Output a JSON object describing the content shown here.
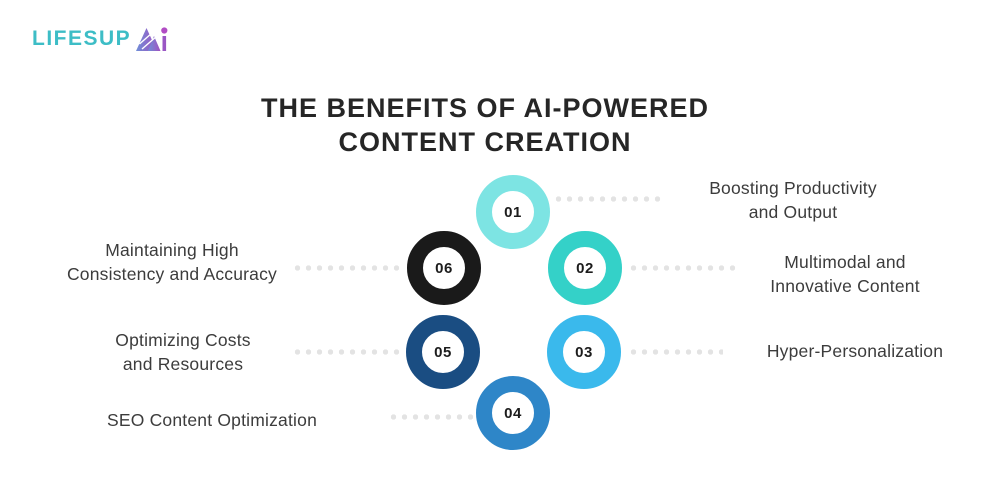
{
  "brand": {
    "wordmark": "LIFESUP",
    "wordmark_color": "#3dbdc6",
    "logo_mark": "ai-mountain-mark",
    "logo_gradient_start": "#6f8fd8",
    "logo_gradient_end": "#a24fc0",
    "logo_dot_color": "#b14cc4"
  },
  "title": {
    "line1": "THE BENEFITS OF AI-POWERED",
    "line2": "CONTENT CREATION",
    "color": "#262626"
  },
  "connector_color": "#e3e3e3",
  "items": [
    {
      "number": "01",
      "label_line1": "Boosting Productivity",
      "label_line2": "and Output",
      "color": "#7de4e3",
      "side": "right"
    },
    {
      "number": "02",
      "label_line1": "Multimodal and",
      "label_line2": "Innovative Content",
      "color": "#34d1c8",
      "side": "right"
    },
    {
      "number": "03",
      "label_line1": "Hyper-Personalization",
      "label_line2": "",
      "color": "#3ab9ec",
      "side": "right"
    },
    {
      "number": "04",
      "label_line1": "SEO Content Optimization",
      "label_line2": "",
      "color": "#2e86c8",
      "side": "left"
    },
    {
      "number": "05",
      "label_line1": "Optimizing Costs",
      "label_line2": "and Resources",
      "color": "#1a4d82",
      "side": "left"
    },
    {
      "number": "06",
      "label_line1": "Maintaining High",
      "label_line2": "Consistency and Accuracy",
      "color": "#1a1a1a",
      "side": "left"
    }
  ]
}
